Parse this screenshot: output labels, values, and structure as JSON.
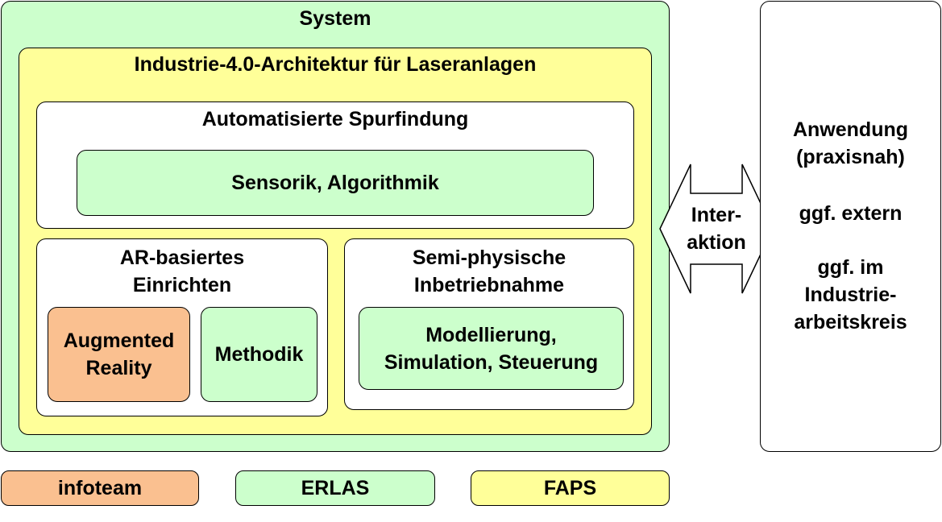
{
  "system": {
    "title": "System",
    "architecture": {
      "title": "Industrie-4.0-Architektur für Laseranlagen",
      "spurfindung": {
        "title": "Automatisierte Spurfindung",
        "inner": "Sensorik, Algorithmik"
      },
      "ar": {
        "title": "AR-basiertes\nEinrichten",
        "augmented": "Augmented\nReality",
        "methodik": "Methodik"
      },
      "semi": {
        "title": "Semi-physische\nInbetriebnahme",
        "inner": "Modellierung,\nSimulation, Steuerung"
      }
    }
  },
  "interaction": {
    "label": "Inter-\naktion"
  },
  "application": {
    "line1": "Anwendung\n(praxisnah)",
    "line2": "ggf. extern",
    "line3": "ggf. im\nIndustrie-\narbeitskreis"
  },
  "legend": [
    {
      "label": "infoteam",
      "color": "#fac090"
    },
    {
      "label": "ERLAS",
      "color": "#ccffcc"
    },
    {
      "label": "FAPS",
      "color": "#ffff99"
    }
  ]
}
